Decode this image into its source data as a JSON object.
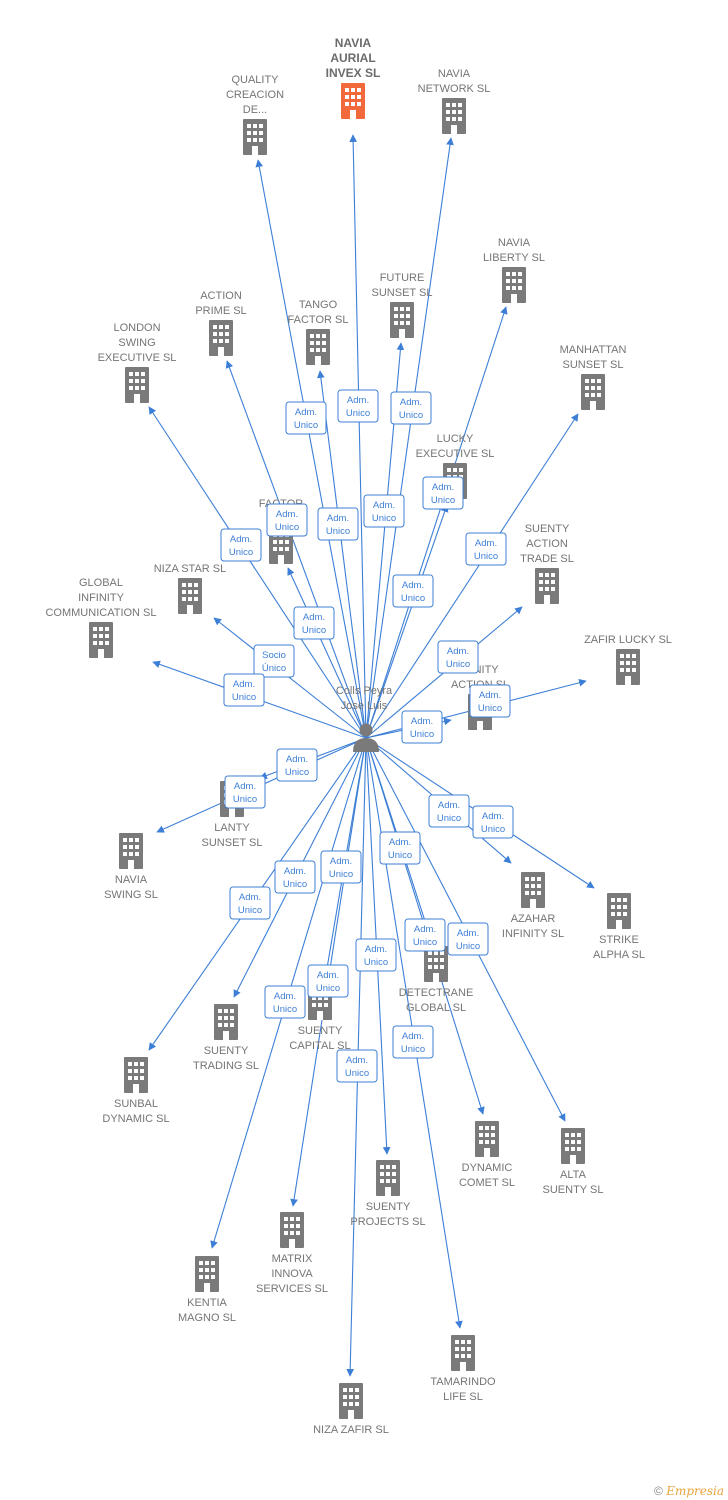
{
  "center": {
    "name_line1": "Colls Peyra",
    "name_line2": "Jose Luis",
    "icon": "person-icon"
  },
  "colors": {
    "edge": "#3d7fd6",
    "building": "#7a7a7a",
    "highlight": "#f26a3b",
    "label": "#757575"
  },
  "nodes": [
    {
      "id": "navia-aurial",
      "lines": [
        "NAVIA",
        "AURIAL",
        "INVEX  SL"
      ],
      "highlight": true
    },
    {
      "id": "quality-creacion",
      "lines": [
        "QUALITY",
        "CREACION",
        "DE..."
      ]
    },
    {
      "id": "navia-network",
      "lines": [
        "NAVIA",
        "NETWORK SL"
      ]
    },
    {
      "id": "navia-liberty",
      "lines": [
        "NAVIA",
        "LIBERTY SL"
      ]
    },
    {
      "id": "future-sunset",
      "lines": [
        "FUTURE",
        "SUNSET SL"
      ]
    },
    {
      "id": "tango-factor",
      "lines": [
        "TANGO",
        "FACTOR SL"
      ]
    },
    {
      "id": "action-prime",
      "lines": [
        "ACTION",
        "PRIME SL"
      ]
    },
    {
      "id": "london-swing",
      "lines": [
        "LONDON",
        "SWING",
        "EXECUTIVE SL"
      ]
    },
    {
      "id": "manhattan-sunset",
      "lines": [
        "MANHATTAN",
        "SUNSET SL"
      ]
    },
    {
      "id": "lucky-executive",
      "lines": [
        "LUCKY",
        "EXECUTIVE SL"
      ]
    },
    {
      "id": "factor-action",
      "lines": [
        "FACTOR",
        "AC..."
      ]
    },
    {
      "id": "suenty-action-trade",
      "lines": [
        "SUENTY",
        "ACTION",
        "TRADE SL"
      ]
    },
    {
      "id": "niza-star",
      "lines": [
        "NIZA STAR SL"
      ]
    },
    {
      "id": "global-infinity",
      "lines": [
        "GLOBAL",
        "INFINITY",
        "COMMUNICATION SL"
      ]
    },
    {
      "id": "zafir-lucky",
      "lines": [
        "ZAFIR LUCKY SL"
      ]
    },
    {
      "id": "infinity-action",
      "lines": [
        "...INITY",
        "ACTION SL"
      ]
    },
    {
      "id": "lanty-sunset",
      "lines": [
        "LANTY",
        "SUNSET SL"
      ]
    },
    {
      "id": "navia-swing",
      "lines": [
        "NAVIA",
        "SWING SL"
      ]
    },
    {
      "id": "azahar-infinity",
      "lines": [
        "AZAHAR",
        "INFINITY SL"
      ]
    },
    {
      "id": "strike-alpha",
      "lines": [
        "STRIKE",
        "ALPHA SL"
      ]
    },
    {
      "id": "detectrane-global",
      "lines": [
        "DETECTRANE",
        "GLOBAL  SL"
      ]
    },
    {
      "id": "suenty-trading",
      "lines": [
        "SUENTY",
        "TRADING SL"
      ]
    },
    {
      "id": "suenty-capital",
      "lines": [
        "SUENTY",
        "CAPITAL SL"
      ]
    },
    {
      "id": "sunbal-dynamic",
      "lines": [
        "SUNBAL",
        "DYNAMIC SL"
      ]
    },
    {
      "id": "dynamic-comet",
      "lines": [
        "DYNAMIC",
        "COMET SL"
      ]
    },
    {
      "id": "alta-suenty",
      "lines": [
        "ALTA",
        "SUENTY SL"
      ]
    },
    {
      "id": "suenty-projects",
      "lines": [
        "SUENTY",
        "PROJECTS SL"
      ]
    },
    {
      "id": "matrix-innova",
      "lines": [
        "MATRIX",
        "INNOVA",
        "SERVICES SL"
      ]
    },
    {
      "id": "kentia-magno",
      "lines": [
        "KENTIA",
        "MAGNO SL"
      ]
    },
    {
      "id": "tamarindo-life",
      "lines": [
        "TAMARINDO",
        "LIFE SL"
      ]
    },
    {
      "id": "niza-zafir",
      "lines": [
        "NIZA ZAFIR SL"
      ]
    }
  ],
  "relations": [
    {
      "target": "navia-aurial",
      "lines": [
        "Adm.",
        "Unico"
      ]
    },
    {
      "target": "quality-creacion",
      "lines": [
        "Adm.",
        "Unico"
      ]
    },
    {
      "target": "navia-network",
      "lines": [
        "Adm.",
        "Unico"
      ]
    },
    {
      "target": "navia-liberty",
      "lines": [
        "Adm.",
        "Unico"
      ]
    },
    {
      "target": "future-sunset",
      "lines": [
        "Adm.",
        "Unico"
      ]
    },
    {
      "target": "tango-factor",
      "lines": [
        "Adm.",
        "Unico"
      ]
    },
    {
      "target": "action-prime",
      "lines": [
        "Adm.",
        "Unico"
      ]
    },
    {
      "target": "london-swing",
      "lines": [
        "Adm.",
        "Unico"
      ]
    },
    {
      "target": "manhattan-sunset",
      "lines": [
        "Adm.",
        "Unico"
      ]
    },
    {
      "target": "lucky-executive",
      "lines": [
        "Adm.",
        "Unico"
      ]
    },
    {
      "target": "factor-action",
      "lines": [
        "Adm.",
        "Unico"
      ]
    },
    {
      "target": "suenty-action-trade",
      "lines": [
        "Adm.",
        "Unico"
      ]
    },
    {
      "target": "niza-star",
      "lines": [
        "Socio",
        "Único"
      ]
    },
    {
      "target": "global-infinity",
      "lines": [
        "Adm.",
        "Unico"
      ]
    },
    {
      "target": "zafir-lucky",
      "lines": [
        "Adm.",
        "Unico"
      ]
    },
    {
      "target": "infinity-action",
      "lines": [
        "Adm.",
        "Unico"
      ]
    },
    {
      "target": "lanty-sunset",
      "lines": [
        "Adm.",
        "Unico"
      ]
    },
    {
      "target": "navia-swing",
      "lines": [
        "Adm.",
        "Unico"
      ]
    },
    {
      "target": "azahar-infinity",
      "lines": [
        "Adm.",
        "Unico"
      ]
    },
    {
      "target": "strike-alpha",
      "lines": [
        "Adm.",
        "Unico"
      ]
    },
    {
      "target": "detectrane-global",
      "lines": [
        "Adm.",
        "Unico"
      ]
    },
    {
      "target": "suenty-trading",
      "lines": [
        "Adm.",
        "Unico"
      ]
    },
    {
      "target": "suenty-capital",
      "lines": [
        "Adm.",
        "Unico"
      ]
    },
    {
      "target": "sunbal-dynamic",
      "lines": [
        "Adm.",
        "Unico"
      ]
    },
    {
      "target": "dynamic-comet",
      "lines": [
        "Adm.",
        "Unico"
      ]
    },
    {
      "target": "alta-suenty",
      "lines": [
        "Adm.",
        "Unico"
      ]
    },
    {
      "target": "suenty-projects",
      "lines": [
        "Adm.",
        "Unico"
      ]
    },
    {
      "target": "matrix-innova",
      "lines": [
        "Adm.",
        "Unico"
      ]
    },
    {
      "target": "kentia-magno",
      "lines": [
        "Adm.",
        "Unico"
      ]
    },
    {
      "target": "tamarindo-life",
      "lines": [
        "Adm.",
        "Unico"
      ]
    },
    {
      "target": "niza-zafir",
      "lines": [
        "Adm.",
        "Unico"
      ]
    }
  ],
  "footer": {
    "copyright": "©",
    "brand": "Empresia"
  }
}
